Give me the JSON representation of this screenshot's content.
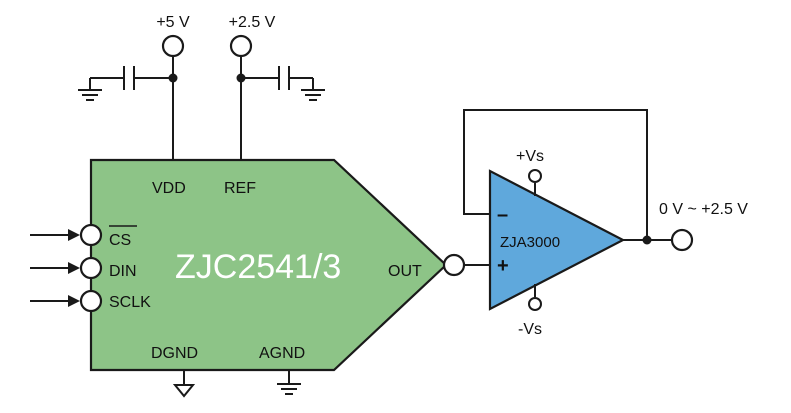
{
  "colors": {
    "chip_fill": "#8dc487",
    "opamp_fill": "#5fa8dc",
    "line": "#1a1a1a",
    "chip_label": "#ffffff"
  },
  "supply": {
    "vdd_value": "+5 V",
    "ref_value": "+2.5 V"
  },
  "dac": {
    "name": "ZJC2541/3",
    "pins": {
      "vdd": "VDD",
      "ref": "REF",
      "cs": "CS",
      "din": "DIN",
      "sclk": "SCLK",
      "out": "OUT",
      "dgnd": "DGND",
      "agnd": "AGND"
    }
  },
  "opamp": {
    "name": "ZJA3000",
    "vplus": "+Vs",
    "vminus": "-Vs",
    "inv": "–",
    "noninv": "+"
  },
  "output": {
    "range": "0 V ~ +2.5 V"
  }
}
